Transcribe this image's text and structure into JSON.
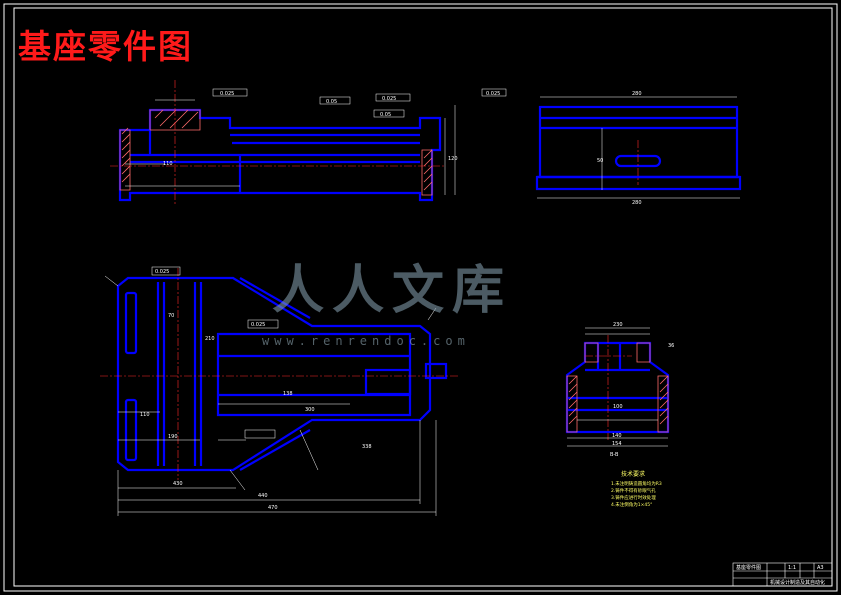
{
  "drawing": {
    "title": "基座零件图",
    "watermark": {
      "text": "人人文库",
      "url": "www.renrendoc.com"
    },
    "section_label": "B-B",
    "colors": {
      "outline": "#0000ff",
      "hatch": "#ff6a6a",
      "center": "#ff2a2a",
      "dim": "#ffffff",
      "frame": "#ffffff",
      "title": "#ff1a1a",
      "notes": "#ffff66"
    },
    "dims": {
      "d110": "110",
      "d120": "120",
      "d100": "100",
      "d280a": "280",
      "d280b": "280",
      "d50": "50",
      "d70": "70",
      "d210": "210",
      "d138": "138",
      "d338": "338",
      "d300": "300",
      "d440": "440",
      "d430": "430",
      "d470": "470",
      "d190": "190",
      "d230": "230",
      "d154": "154",
      "d140": "140",
      "d36": "36"
    },
    "tolerances": {
      "t1": "0.025",
      "t2": "0.05",
      "t3": "0.025",
      "t4": "0.05",
      "t5": "0.025",
      "t6": "0.025",
      "t7": "0.025"
    },
    "notes": {
      "heading": "技术要求",
      "lines": [
        "1.未注明铸造圆角均为R3",
        "2.铸件不得有砂眼气孔",
        "3.铸件应进行时效处理",
        "4.未注倒角为1×45°"
      ]
    },
    "title_block": {
      "part_name": "基座零件图",
      "scale": "1:1",
      "sheet": "A3",
      "school": "机械设计制造及其自动化"
    }
  }
}
